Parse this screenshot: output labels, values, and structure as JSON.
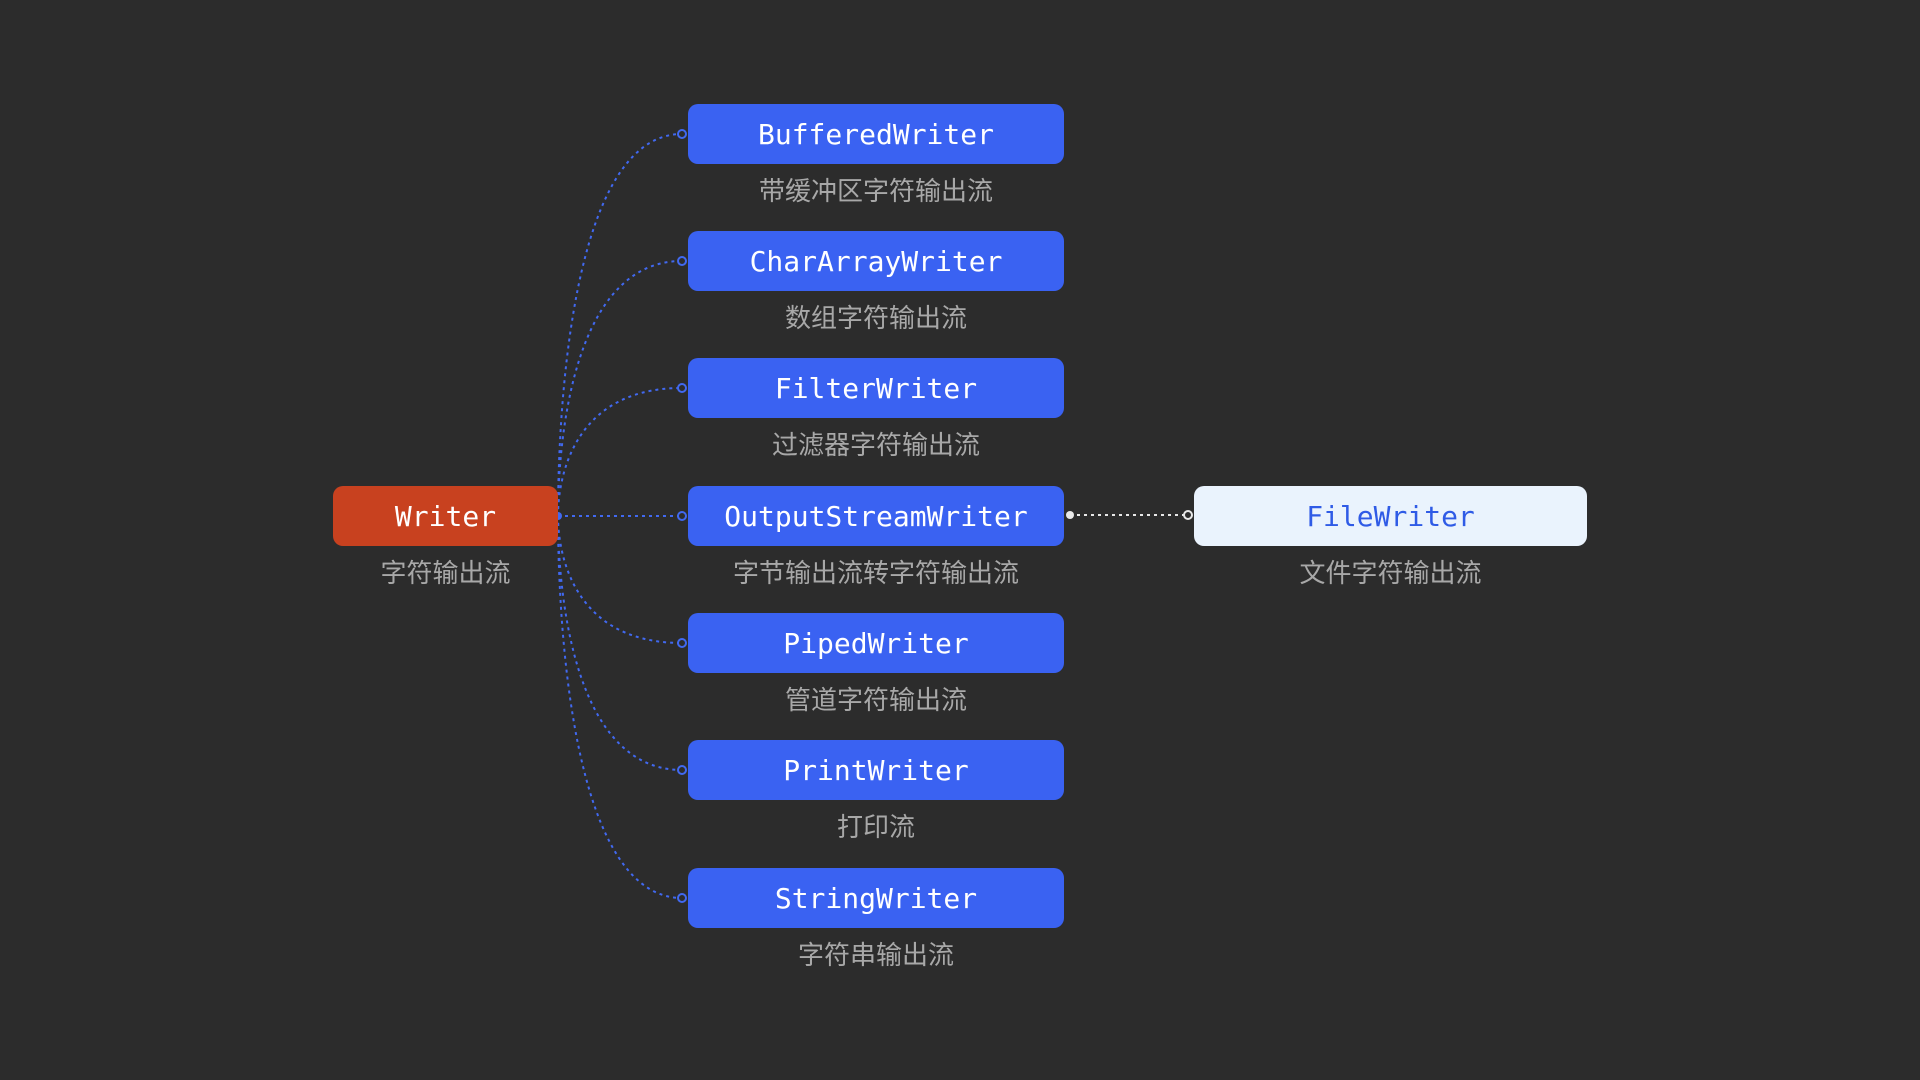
{
  "diagram": {
    "colors": {
      "background": "#2c2c2c",
      "root_fill": "#c8411f",
      "child_fill": "#3a62f2",
      "leaf_fill": "#eaf3fd",
      "leaf_text": "#2f5be6",
      "node_text": "#ffffff",
      "link_blue": "#4169f0",
      "link_white": "#e8e8e8",
      "caption_text": "#a8a8a8"
    },
    "root": {
      "label": "Writer",
      "caption": "字符输出流"
    },
    "children": [
      {
        "label": "BufferedWriter",
        "caption": "带缓冲区字符输出流"
      },
      {
        "label": "CharArrayWriter",
        "caption": "数组字符输出流"
      },
      {
        "label": "FilterWriter",
        "caption": "过滤器字符输出流"
      },
      {
        "label": "OutputStreamWriter",
        "caption": "字节输出流转字符输出流"
      },
      {
        "label": "PipedWriter",
        "caption": "管道字符输出流"
      },
      {
        "label": "PrintWriter",
        "caption": "打印流"
      },
      {
        "label": "StringWriter",
        "caption": "字符串输出流"
      }
    ],
    "leaf": {
      "label": "FileWriter",
      "caption": "文件字符输出流"
    },
    "edges": [
      {
        "from": "Writer",
        "to": "BufferedWriter"
      },
      {
        "from": "Writer",
        "to": "CharArrayWriter"
      },
      {
        "from": "Writer",
        "to": "FilterWriter"
      },
      {
        "from": "Writer",
        "to": "OutputStreamWriter"
      },
      {
        "from": "Writer",
        "to": "PipedWriter"
      },
      {
        "from": "Writer",
        "to": "PrintWriter"
      },
      {
        "from": "Writer",
        "to": "StringWriter"
      },
      {
        "from": "OutputStreamWriter",
        "to": "FileWriter"
      }
    ]
  }
}
